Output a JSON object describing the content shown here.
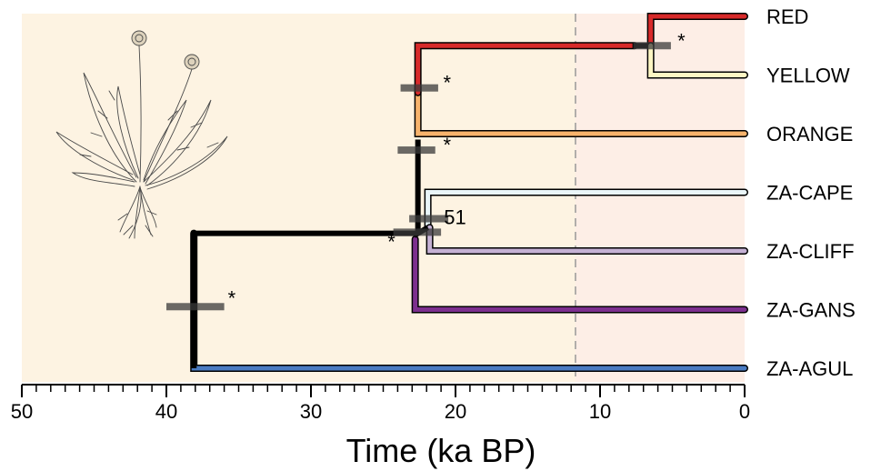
{
  "chart_data": {
    "type": "phylogenetic-tree",
    "xlabel": "Time (ka BP)",
    "xlim": [
      50,
      0
    ],
    "x_ticks": [
      50,
      40,
      30,
      20,
      10,
      0
    ],
    "minor_tick_step": 1,
    "threshold_line": 11.7,
    "colors": {
      "background_left": "#fdf3e2",
      "background_right": "#fdeee6",
      "divider": "#999999",
      "backbone": "#000000",
      "bar": "#3a3a3a"
    },
    "tips": [
      {
        "label": "RED",
        "color": "#d72a2a",
        "row": 0
      },
      {
        "label": "YELLOW",
        "color": "#fdf6c3",
        "row": 1
      },
      {
        "label": "ORANGE",
        "color": "#f7b36c",
        "row": 2
      },
      {
        "label": "ZA-CAPE",
        "color": "#eaf6f9",
        "row": 3
      },
      {
        "label": "ZA-CLIFF",
        "color": "#c5b1d4",
        "row": 4
      },
      {
        "label": "ZA-GANS",
        "color": "#7c2f8e",
        "row": 5
      },
      {
        "label": "ZA-AGUL",
        "color": "#4a7bc2",
        "row": 6
      }
    ],
    "nodes": [
      {
        "id": "root",
        "age": 38.1,
        "hpd": [
          40.0,
          36.0
        ],
        "support": "*"
      },
      {
        "id": "crown",
        "age": 22.6,
        "hpd": [
          24.3,
          21.0
        ],
        "support": "*"
      },
      {
        "id": "cape_cliff",
        "age": 22.1,
        "hpd": [
          23.2,
          20.5
        ],
        "support": "51"
      },
      {
        "id": "ryo_group",
        "age": 22.6,
        "hpd": [
          24.0,
          21.4
        ],
        "support": "*"
      },
      {
        "id": "red_yellow_orange",
        "age": 22.6,
        "hpd": [
          23.8,
          21.2
        ],
        "support": "*"
      },
      {
        "id": "red_yellow",
        "age": 6.5,
        "hpd": [
          7.7,
          5.1
        ],
        "support": "*"
      }
    ]
  }
}
